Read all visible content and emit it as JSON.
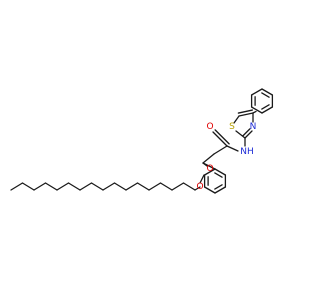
{
  "structure": {
    "colors": {
      "bond": "#1a1a1a",
      "carbon": "#1a1a1a",
      "oxygen": "#e00000",
      "nitrogen": "#1d2bd6",
      "sulfur": "#b8a100",
      "hydrogen": "#1d2bd6"
    },
    "atom_labels": [
      {
        "id": "o-ketone",
        "element": "O",
        "text": "O"
      },
      {
        "id": "o-amide",
        "element": "O",
        "text": "O"
      },
      {
        "id": "o-ether",
        "element": "O",
        "text": "O"
      },
      {
        "id": "n-thiazole",
        "element": "N",
        "text": "N"
      },
      {
        "id": "s-thiazole",
        "element": "S",
        "text": "S"
      },
      {
        "id": "nh-amide",
        "element": "N",
        "text": "NH"
      }
    ]
  }
}
